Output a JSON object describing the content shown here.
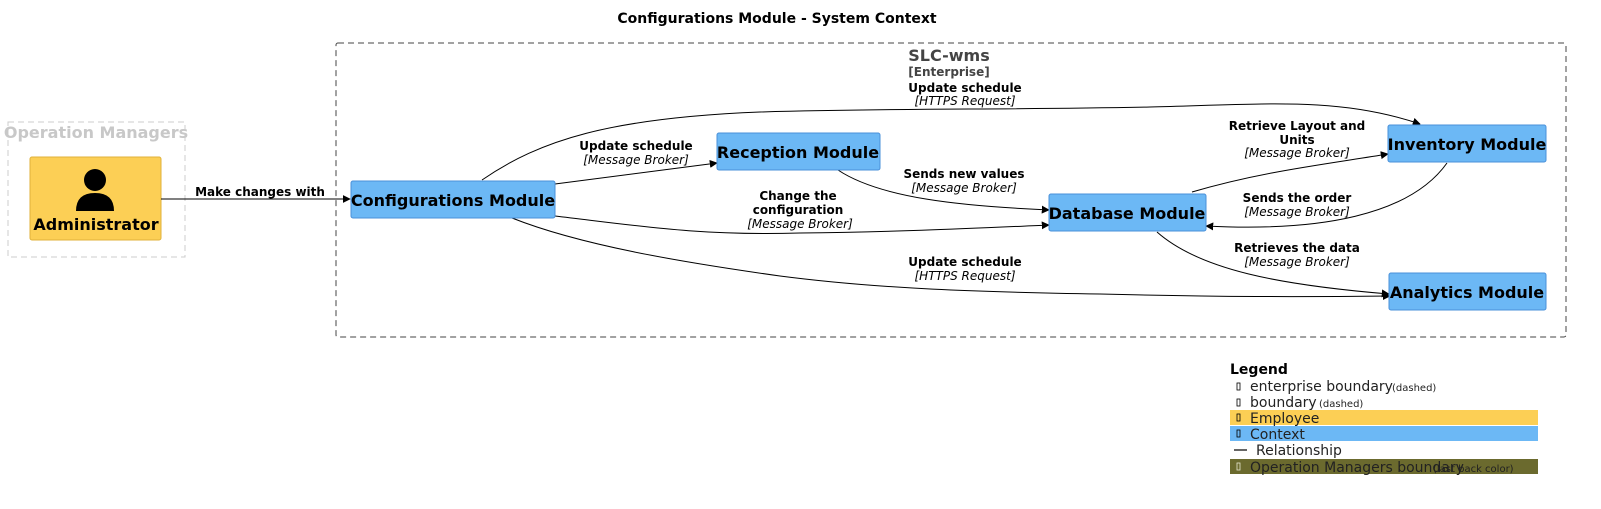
{
  "title": "Configurations Module - System Context",
  "enterprise_boundary": {
    "name": "SLC-wms",
    "stereotype": "[Enterprise]"
  },
  "operation_boundary": {
    "name": "Operation Managers"
  },
  "person": {
    "name": "Administrator",
    "icon": "person-icon",
    "color": "#FCCF55"
  },
  "systems": {
    "configurations": "Configurations Module",
    "reception": "Reception Module",
    "database": "Database Module",
    "inventory": "Inventory Module",
    "analytics": "Analytics Module"
  },
  "relationships": [
    {
      "id": "admin_config",
      "label": "Make changes with",
      "tech": ""
    },
    {
      "id": "config_reception",
      "label": "Update schedule",
      "tech": "[Message Broker]"
    },
    {
      "id": "config_inventory",
      "label": "Update schedule",
      "tech": "[HTTPS Request]"
    },
    {
      "id": "config_database",
      "label": "Change the configuration",
      "label_lines": [
        "Change the",
        "configuration"
      ],
      "tech": "[Message Broker]"
    },
    {
      "id": "config_analytics",
      "label": "Update schedule",
      "tech": "[HTTPS Request]"
    },
    {
      "id": "reception_database",
      "label": "Sends new values",
      "tech": "[Message Broker]"
    },
    {
      "id": "database_inventory",
      "label": "Retrieve Layout and Units",
      "label_lines": [
        "Retrieve Layout and",
        "Units"
      ],
      "tech": "[Message Broker]"
    },
    {
      "id": "inventory_database",
      "label": "Sends the order",
      "tech": "[Message Broker]"
    },
    {
      "id": "database_analytics",
      "label": "Retrieves the data",
      "tech": "[Message Broker]"
    }
  ],
  "legend": {
    "title": "Legend",
    "items": [
      {
        "label": "enterprise boundary",
        "note": "(dashed)",
        "bg": "",
        "fg": "#444444"
      },
      {
        "label": "boundary",
        "note": "(dashed)",
        "bg": "",
        "fg": "#444444"
      },
      {
        "label": "Employee",
        "note": "",
        "bg": "#FCCF55",
        "fg": "#000000"
      },
      {
        "label": "Context",
        "note": "",
        "bg": "#6CB8F5",
        "fg": "#000000"
      },
      {
        "label": "Relationship",
        "note": "",
        "bg": "",
        "fg": "#000000"
      },
      {
        "label": "Operation Managers boundary",
        "note": "(last back color)",
        "bg": "#6B6A2E",
        "fg": "#E8E8D0"
      }
    ]
  },
  "colors": {
    "system": "#6CB8F5",
    "system_border": "#4A90D9",
    "person": "#FCCF55",
    "boundary": "#444444",
    "operation_boundary": "#CCCCCC",
    "operation_label": "#C8C8C8"
  }
}
